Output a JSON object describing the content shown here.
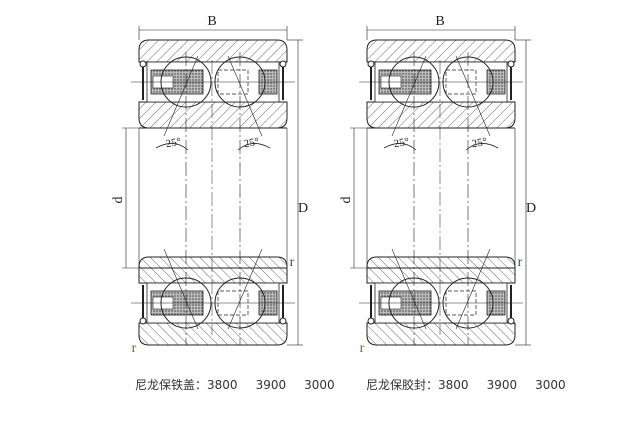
{
  "drawings": [
    {
      "name": "nylon-cage-iron-shield",
      "labels": {
        "width": "B",
        "bore": "d",
        "outer": "D",
        "radius": "r",
        "angle": "25°"
      },
      "caption": {
        "title": "尼龙保铁盖：",
        "values": [
          "3800",
          "3900",
          "3000"
        ]
      }
    },
    {
      "name": "nylon-cage-rubber-seal",
      "labels": {
        "width": "B",
        "bore": "d",
        "outer": "D",
        "radius": "r",
        "angle": "25°"
      },
      "caption": {
        "title": "尼龙保胶封：",
        "values": [
          "3800",
          "3900",
          "3000"
        ]
      }
    }
  ],
  "colors": {
    "line": "#222222",
    "accent": "#3a4a6a",
    "radius_left": "#8a5a2a"
  }
}
